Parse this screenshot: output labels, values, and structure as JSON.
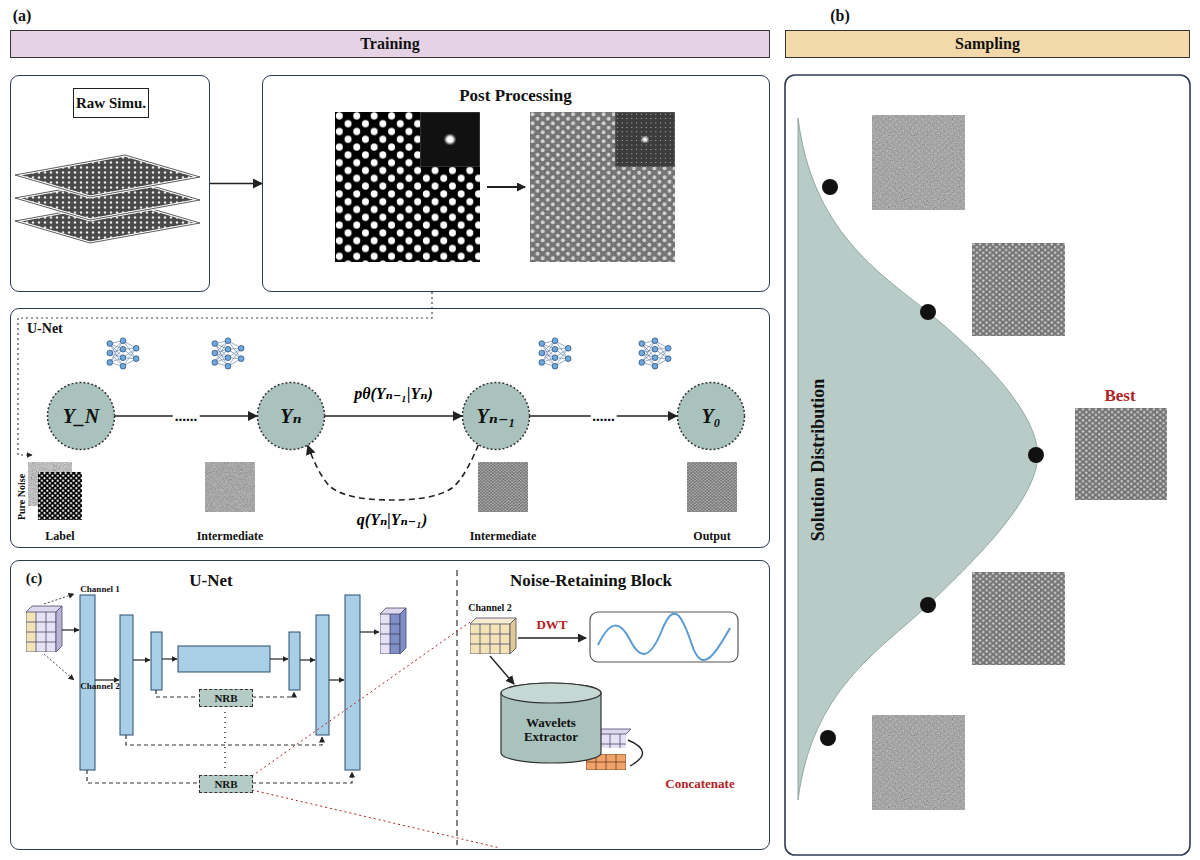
{
  "diagram": {
    "nodes": [
      {
        "text": [
          "Training"
        ]
      },
      {
        "text": [
          "Sampling"
        ]
      },
      {
        "text": [
          "Raw Simu."
        ]
      },
      {
        "text": [
          "Post Processing"
        ]
      },
      {
        "text": [
          "U-Net"
        ]
      },
      {
        "text": [
          "Y_N"
        ],
        "in": 4
      },
      {
        "text": [
          "Yₙ"
        ],
        "in": 4
      },
      {
        "text": [
          "Yₙ₋₁"
        ],
        "in": 4
      },
      {
        "text": [
          "Y₀"
        ],
        "in": 4
      },
      {
        "text": [
          "U-Net",
          "Noise-Retaining Block"
        ]
      },
      {
        "text": [
          "NRB"
        ],
        "in": 9
      },
      {
        "text": [
          "NRB"
        ],
        "in": 9
      },
      {
        "text": [
          "Wavelets Extractor"
        ],
        "in": 9
      }
    ],
    "edges": [
      {
        "from": 2,
        "to": 3,
        "arrow": "to"
      },
      {
        "from": 5,
        "to": 6,
        "label": "......",
        "arrow": "to"
      },
      {
        "from": 6,
        "to": 7,
        "label": "pθ(Yₙ₋₁|Yₙ)",
        "arrow": "to"
      },
      {
        "from": 7,
        "to": 6,
        "label": "q(Yₙ|Yₙ₋₁)",
        "arrow": "to"
      },
      {
        "from": 7,
        "to": 8,
        "label": "......",
        "arrow": "to"
      }
    ],
    "labels": [
      "(a)",
      "(b)",
      "Pure Noise",
      "Label",
      "Intermediate",
      "Intermediate",
      "Output",
      "(c)",
      "Channel 1",
      "Channel 2",
      "Channel 2",
      "DWT",
      "Concatenate",
      "Solution Distribution",
      "Best"
    ]
  }
}
